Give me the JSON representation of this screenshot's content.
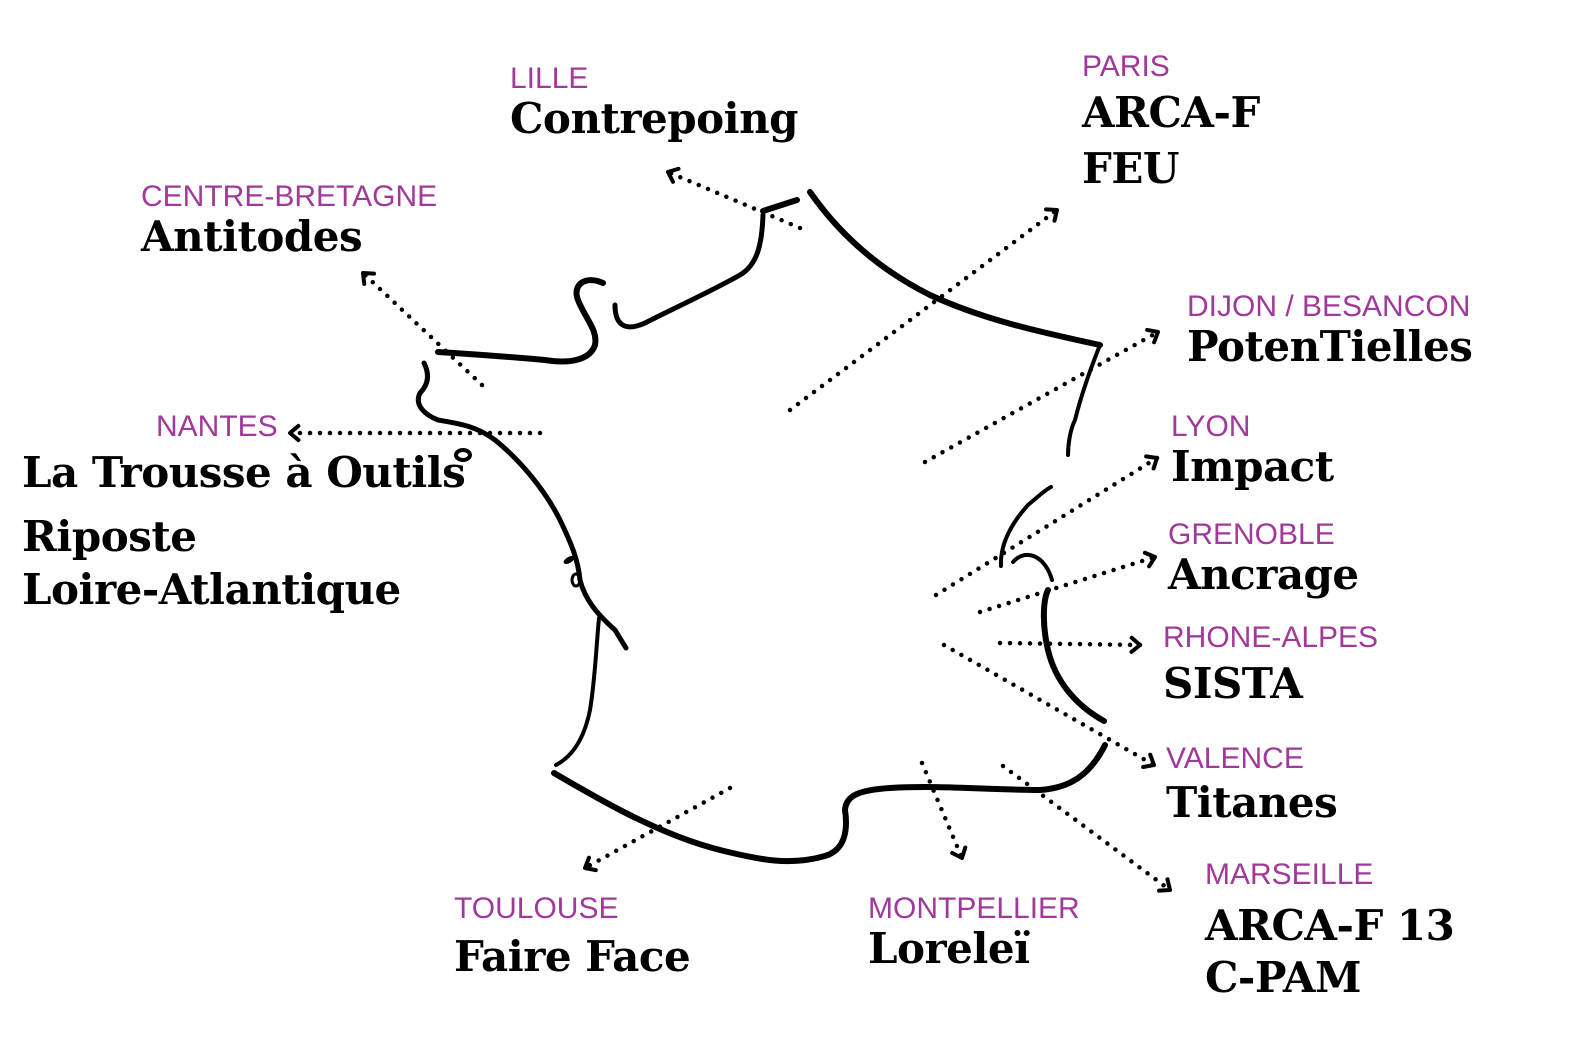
{
  "title": "Carte des groupes en France",
  "colors": {
    "city": "#a0399a",
    "org": "#000000",
    "map_outline": "#000000",
    "background": "#ffffff"
  },
  "regions": [
    {
      "id": "lille",
      "city": "LILLE",
      "orgs": [
        "Contrepoing"
      ]
    },
    {
      "id": "paris",
      "city": "PARIS",
      "orgs": [
        "ARCA-F",
        "FEU"
      ]
    },
    {
      "id": "centre-bretagne",
      "city": "CENTRE-BRETAGNE",
      "orgs": [
        "Antitodes"
      ]
    },
    {
      "id": "dijon-besancon",
      "city": "DIJON / BESANCON",
      "orgs": [
        "PotenTielles"
      ]
    },
    {
      "id": "nantes",
      "city": "NANTES",
      "orgs": [
        "La Trousse à Outils",
        "Riposte",
        "Loire-Atlantique"
      ]
    },
    {
      "id": "lyon",
      "city": "LYON",
      "orgs": [
        "Impact"
      ]
    },
    {
      "id": "grenoble",
      "city": "GRENOBLE",
      "orgs": [
        "Ancrage"
      ]
    },
    {
      "id": "rhone-alpes",
      "city": "RHONE-ALPES",
      "orgs": [
        "SISTA"
      ]
    },
    {
      "id": "valence",
      "city": "VALENCE",
      "orgs": [
        "Titanes"
      ]
    },
    {
      "id": "marseille",
      "city": "MARSEILLE",
      "orgs": [
        "ARCA-F 13",
        "C-PAM"
      ]
    },
    {
      "id": "toulouse",
      "city": "TOULOUSE",
      "orgs": [
        "Faire Face"
      ]
    },
    {
      "id": "montpellier",
      "city": "MONTPELLIER",
      "orgs": [
        "Loreleï"
      ]
    }
  ]
}
